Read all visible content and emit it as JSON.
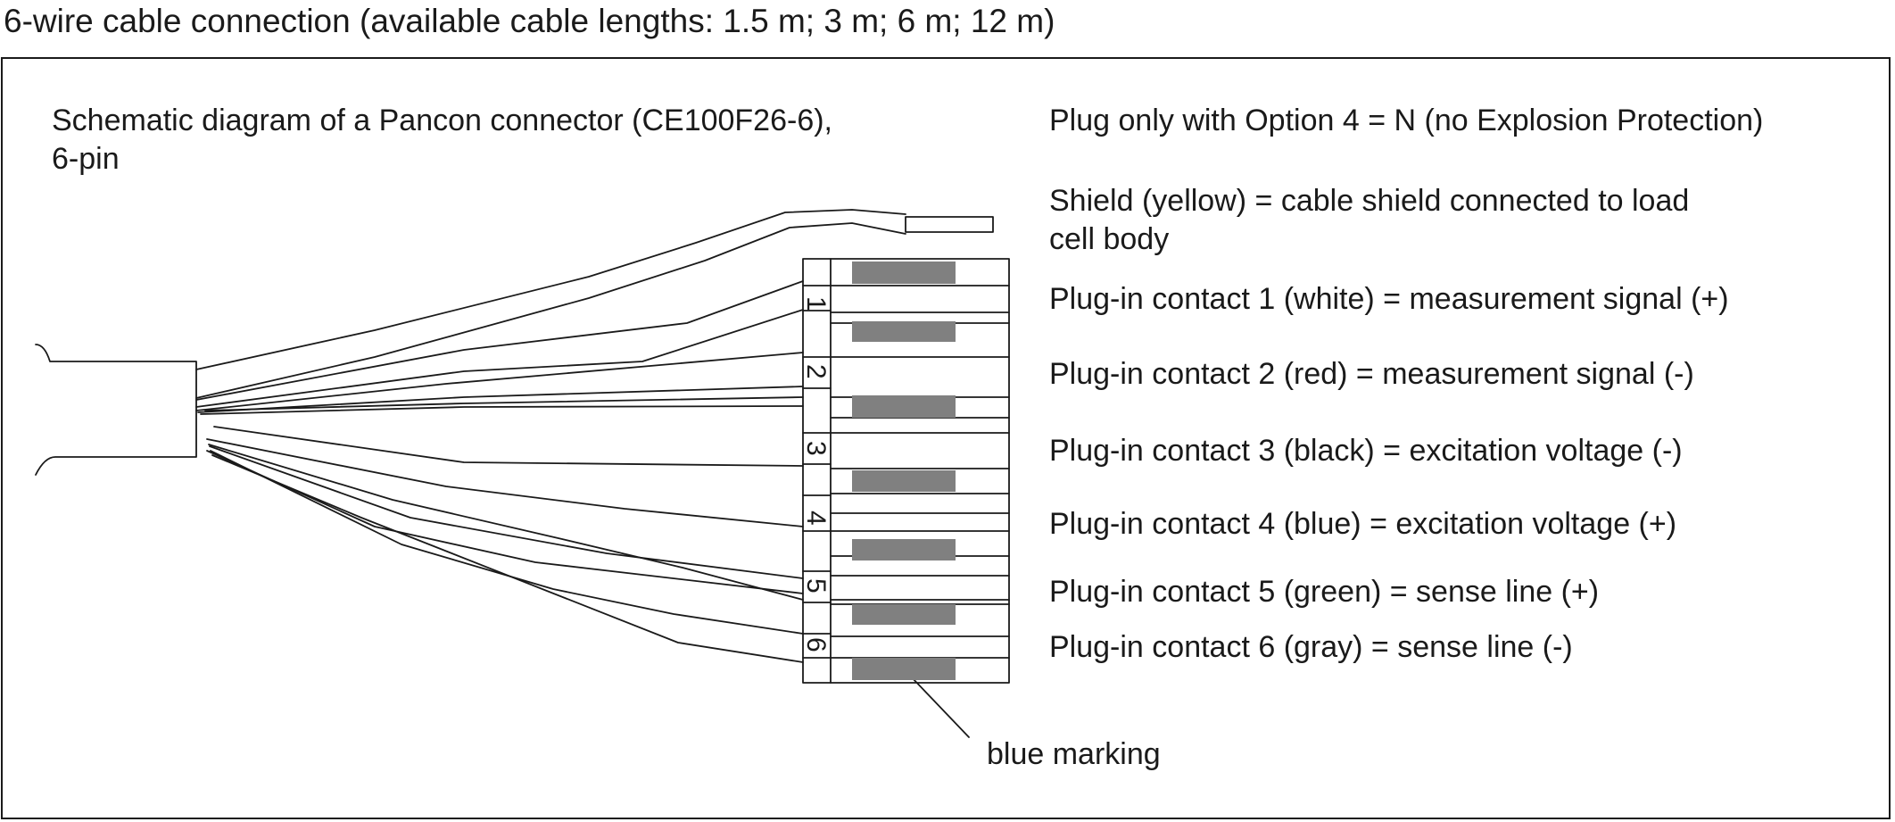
{
  "title": "6-wire cable connection (available cable lengths: 1.5 m; 3 m; 6 m; 12 m)",
  "schematic": {
    "caption_line1": "Schematic diagram of a Pancon connector (CE100F26-6),",
    "caption_line2": "6-pin"
  },
  "notes": {
    "plug_option": "Plug only with Option 4 = N (no Explosion Protection)",
    "shield_line1": "Shield (yellow) = cable shield connected to load",
    "shield_line2": "cell body"
  },
  "contacts": [
    {
      "number": "1",
      "description": "Plug-in contact 1 (white) = measurement signal (+)"
    },
    {
      "number": "2",
      "description": "Plug-in contact 2 (red) = measurement signal (-)"
    },
    {
      "number": "3",
      "description": "Plug-in contact 3 (black) = excitation voltage (-)"
    },
    {
      "number": "4",
      "description": "Plug-in contact 4 (blue) = excitation voltage (+)"
    },
    {
      "number": "5",
      "description": "Plug-in contact 5 (green) = sense line (+)"
    },
    {
      "number": "6",
      "description": "Plug-in contact 6 (gray) = sense line (-)"
    }
  ],
  "marking_label": "blue marking",
  "colors": {
    "line": "#1a1a1a",
    "marking": "#808080"
  }
}
